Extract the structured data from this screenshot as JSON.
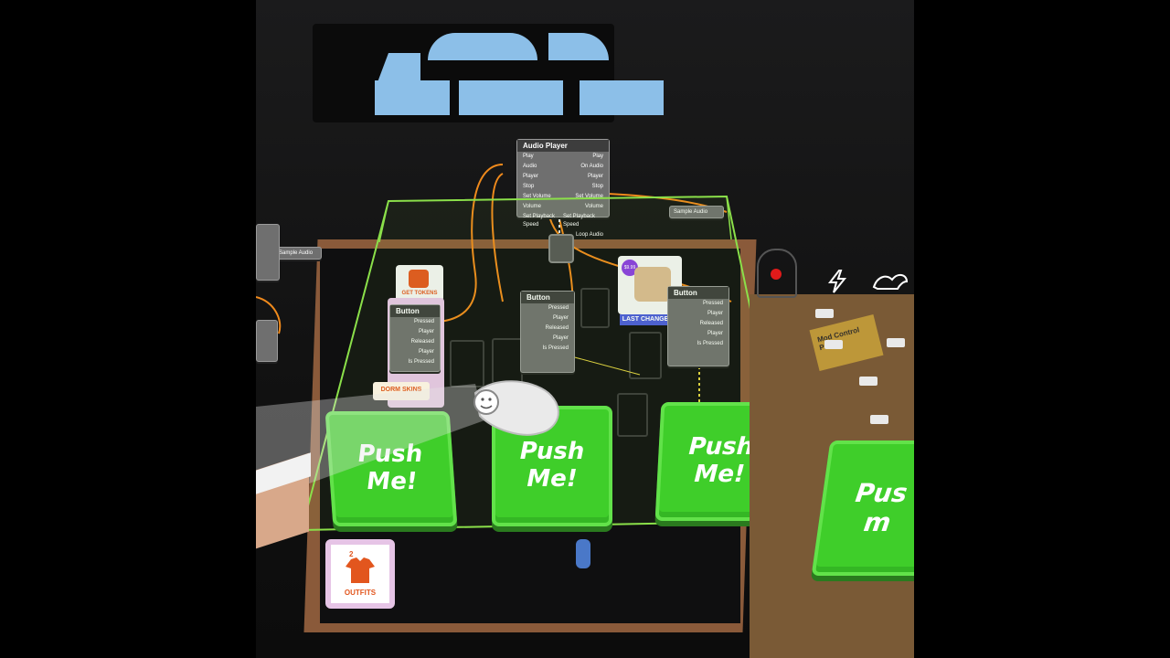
{
  "scene": {
    "audio_player_node": {
      "title": "Audio Player",
      "rows_left": [
        "Play",
        "Audio",
        "Player",
        "Stop",
        "Set Volume",
        "Volume",
        "Set Playback Speed"
      ],
      "rows_right": [
        "Play",
        "On Audio",
        "Player",
        "Stop",
        "Set Volume",
        "Volume",
        "Set Playback Speed"
      ],
      "footer": "Loop Audio"
    },
    "sample_audio_label": "Sample Audio",
    "sample_audio_label_left": "Sample Audio",
    "button_node_left": {
      "title": "Button",
      "rows": [
        "Pressed",
        "Player",
        "Released",
        "Player",
        "Is Pressed"
      ]
    },
    "button_node_center": {
      "title": "Button",
      "rows": [
        "Pressed",
        "Player",
        "Released",
        "Player",
        "Is Pressed"
      ]
    },
    "button_node_right": {
      "title": "Button",
      "rows": [
        "Pressed",
        "Player",
        "Released",
        "Player",
        "Is Pressed"
      ]
    },
    "get_tokens_label": "GET TOKENS",
    "dorm_skins_label": "DORM SKINS",
    "outfits_label": "OUTFITS",
    "outfits_badge": "2",
    "last_change_label": "LAST CHANGE",
    "price_tag": "$9.99",
    "mod_panel_label": "Mod Control Panel",
    "push_buttons": [
      {
        "line1": "Push",
        "line2": "Me!"
      },
      {
        "line1": "Push",
        "line2": "Me!"
      },
      {
        "line1": "Push",
        "line2": "Me!"
      },
      {
        "line1": "Pus",
        "line2": "m"
      }
    ],
    "colors": {
      "wire": "#f08a1c",
      "selection": "#8be04a",
      "button_green": "#3fce2a",
      "frame": "#8a5a3a"
    },
    "icons": [
      "lightning-icon",
      "skunk-icon",
      "hand-icon",
      "smiley-cursor-icon",
      "shirt-icon",
      "token-icon"
    ]
  }
}
